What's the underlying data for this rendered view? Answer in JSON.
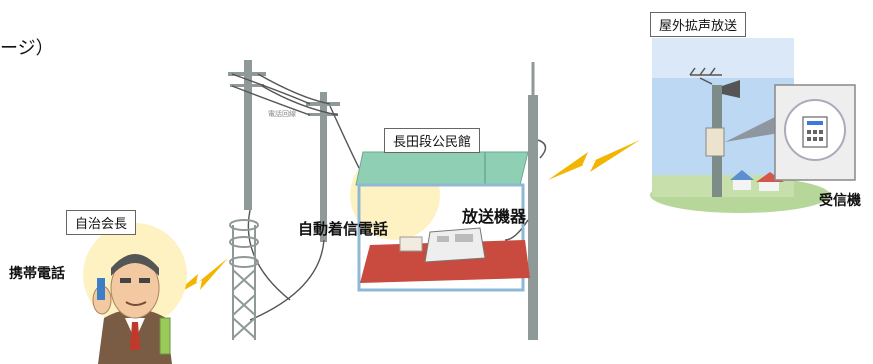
{
  "caption_fragment": "ージ）",
  "labels": {
    "self_gov_head": "自治会長",
    "mobile_phone": "携帯電話",
    "auto_phone": "自動着信電話",
    "community_hall": "長田段公民館",
    "broadcast_equipment": "放送機器",
    "outdoor_broadcast": "屋外拡声放送",
    "receiver": "受信機",
    "phone_line": "電話回線"
  },
  "colors": {
    "roof": "#8fd0b4",
    "floor": "#c94a3f",
    "signal": "#f2b500",
    "suit": "#7a5b44",
    "pole": "#8f9a98",
    "sky": "#bcd8f3"
  }
}
